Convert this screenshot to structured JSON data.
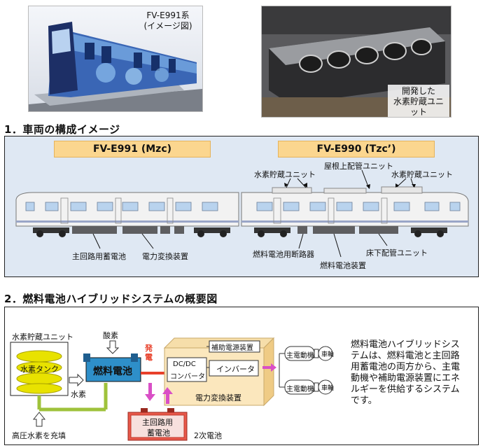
{
  "photos": {
    "train_caption_line1": "FV-E991系",
    "train_caption_line2": "(イメージ図)",
    "unit_caption_line1": "開発した",
    "unit_caption_line2": "水素貯蔵ユニット"
  },
  "section1": {
    "title": "1．車両の構成イメージ",
    "car_left": "FV-E991 (Mzc)",
    "car_right": "FV-E990 (Tzc’)",
    "labels": {
      "h2_storage_1": "水素貯蔵ユニット",
      "roof_piping": "屋根上配管ユニット",
      "h2_storage_2": "水素貯蔵ユニット",
      "main_battery": "主回路用蓄電池",
      "power_converter": "電力変換装置",
      "fc_breaker": "燃料電池用断路器",
      "underfloor_piping": "床下配管ユニット",
      "fc_device": "燃料電池装置"
    }
  },
  "section2": {
    "title": "2．燃料電池ハイブリッドシステムの概要図",
    "h2_unit": "水素貯蔵ユニット",
    "h2_tank": "水素タンク",
    "oxygen": "酸素",
    "fuel_cell": "燃料電池",
    "hydrogen": "水素",
    "generation": "発電",
    "refill": "高圧水素を充填",
    "dcdc_line1": "DC/DC",
    "dcdc_line2": "コンバータ",
    "aux_power": "補助電源装置",
    "inverter": "インバータ",
    "power_converter": "電力変換装置",
    "motor": "主電動機",
    "wheel": "車輪",
    "battery_line1": "主回路用",
    "battery_line2": "蓄電池",
    "secondary": "2次電池",
    "description": "燃料電池ハイブリッドシステムは、燃料電池と主回路用蓄電池の両方から、主電動機や補助電源装置にエネルギーを供給するシステムです。"
  }
}
